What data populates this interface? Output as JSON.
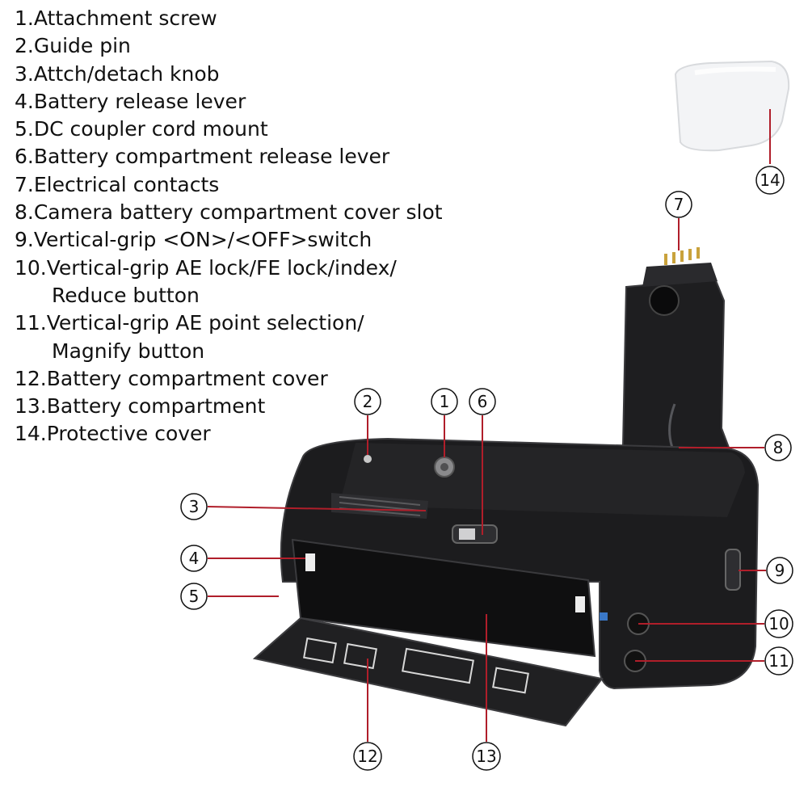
{
  "legend": [
    {
      "number": "1",
      "text": "1.Attachment screw"
    },
    {
      "number": "2",
      "text": "2.Guide pin"
    },
    {
      "number": "3",
      "text": "3.Attch/detach knob"
    },
    {
      "number": "4",
      "text": "4.Battery release lever"
    },
    {
      "number": "5",
      "text": "5.DC coupler cord mount"
    },
    {
      "number": "6",
      "text": "6.Battery compartment release lever"
    },
    {
      "number": "7",
      "text": "7.Electrical contacts"
    },
    {
      "number": "8",
      "text": "8.Camera battery compartment cover slot"
    },
    {
      "number": "9",
      "text": "9.Vertical-grip <ON>/<OFF>switch"
    },
    {
      "number": "10",
      "text": "10.Vertical-grip AE lock/FE lock/index/",
      "cont": "Reduce button"
    },
    {
      "number": "11",
      "text": "11.Vertical-grip AE point selection/",
      "cont": "Magnify button"
    },
    {
      "number": "12",
      "text": "12.Battery compartment cover"
    },
    {
      "number": "13",
      "text": "13.Battery compartment"
    },
    {
      "number": "14",
      "text": "14.Protective cover"
    }
  ],
  "callouts": [
    "1",
    "2",
    "3",
    "4",
    "5",
    "6",
    "7",
    "8",
    "9",
    "10",
    "11",
    "12",
    "13",
    "14"
  ],
  "colors": {
    "leader_line": "#b01e2a",
    "grip_body": "#1c1c1e",
    "cover": "#f3f4f6"
  }
}
